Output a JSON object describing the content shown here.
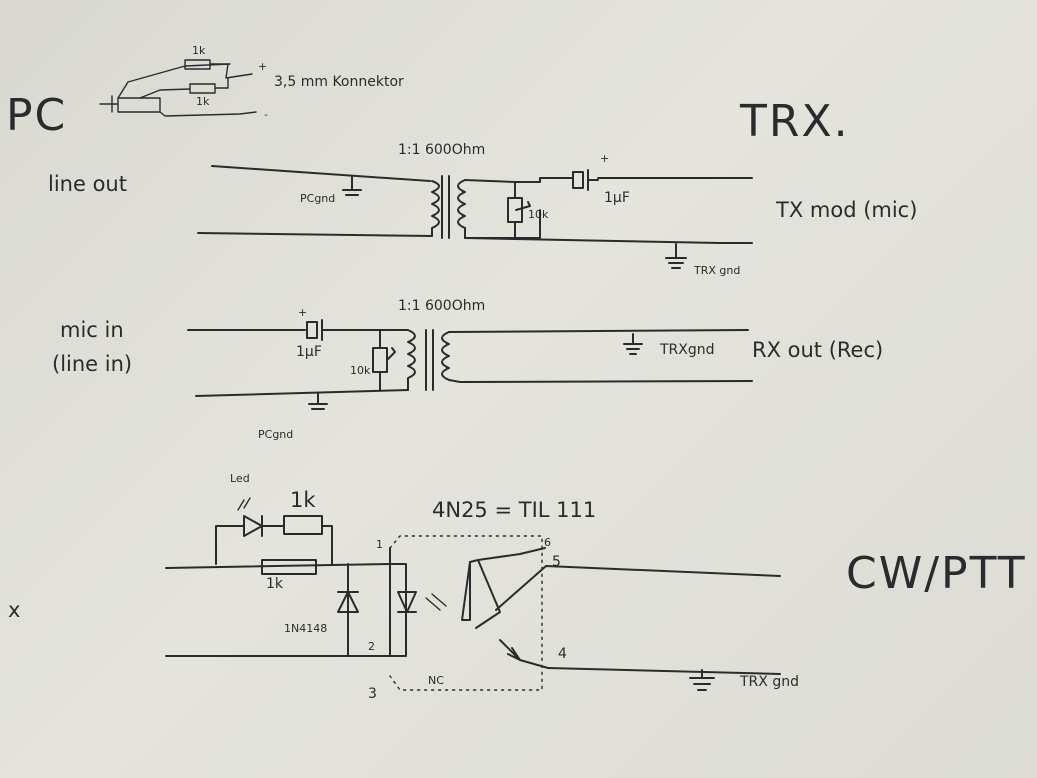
{
  "left_title": "PC",
  "right_title": "TRX.",
  "connector_label": "3,5 mm Konnektor",
  "connector_r1": "1k",
  "connector_r2": "1k",
  "plus": "+",
  "minus": "-",
  "tx": {
    "side_label": "line out",
    "transformer_label": "1:1 600Ohm",
    "pc_gnd": "PCgnd",
    "pot": "10k",
    "cap": "1μF",
    "right_label": "TX mod (mic)",
    "trx_gnd": "TRX gnd"
  },
  "rx": {
    "side_label_1": "mic in",
    "side_label_2": "(line in)",
    "transformer_label": "1:1 600Ohm",
    "cap": "1μF",
    "pot": "10k",
    "trx_gnd": "TRXgnd",
    "right_label": "RX out (Rec)",
    "pc_gnd": "PCgnd"
  },
  "cw": {
    "x_mark": "x",
    "led": "Led",
    "r_top": "1k",
    "r_bottom": "1k",
    "diode": "1N4148",
    "opto": "4N25 = TIL 111",
    "pin1": "1",
    "pin2": "2",
    "pin3": "3",
    "pin4": "4",
    "pin5": "5",
    "pin6": "6",
    "nc": "NC",
    "right_label": "CW/PTT",
    "trx_gnd": "TRX gnd"
  }
}
